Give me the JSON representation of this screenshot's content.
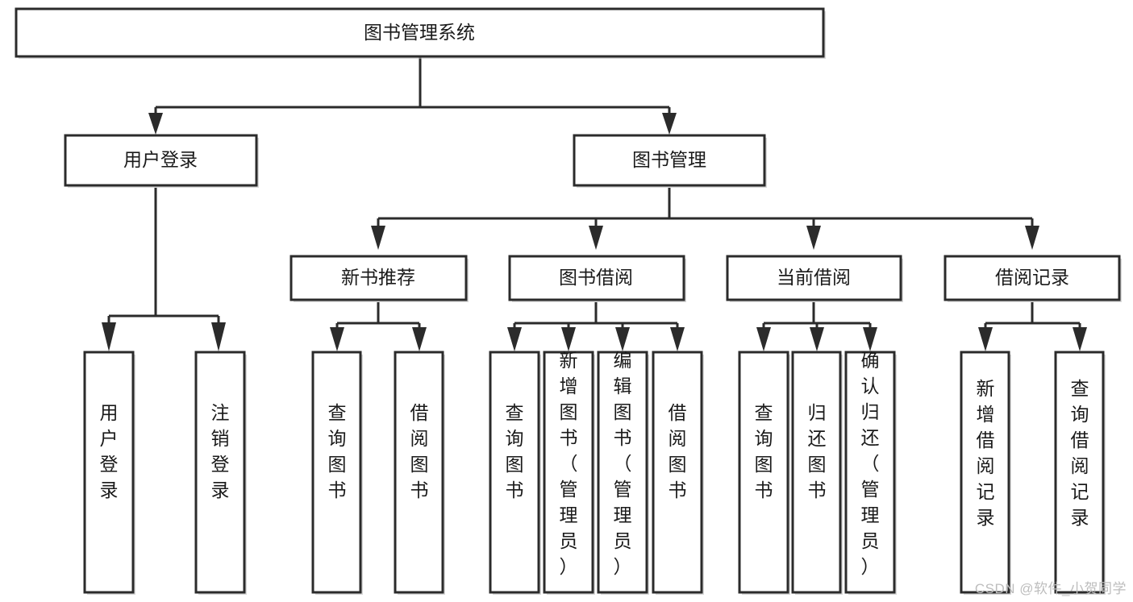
{
  "diagram": {
    "title": "图书管理系统",
    "watermark": "CSDN @软件_小贺同学",
    "colors": {
      "stroke": "#2b2b2b",
      "fill": "#ffffff",
      "text": "#1a1a1a",
      "watermark": "#bdbdbd",
      "background": "#ffffff"
    },
    "root": {
      "label": "图书管理系统"
    },
    "level2": [
      {
        "label": "用户登录"
      },
      {
        "label": "图书管理"
      }
    ],
    "level3": [
      {
        "label": "新书推荐"
      },
      {
        "label": "图书借阅"
      },
      {
        "label": "当前借阅"
      },
      {
        "label": "借阅记录"
      }
    ],
    "leaves": {
      "user_login": [
        {
          "label": "用户登录"
        },
        {
          "label": "注销登录"
        }
      ],
      "new_book_recommend": [
        {
          "label": "查询图书"
        },
        {
          "label": "借阅图书"
        }
      ],
      "book_borrow": [
        {
          "label": "查询图书"
        },
        {
          "label": "新增图书（管理员）"
        },
        {
          "label": "编辑图书（管理员）"
        },
        {
          "label": "借阅图书"
        }
      ],
      "current_borrow": [
        {
          "label": "查询图书"
        },
        {
          "label": "归还图书"
        },
        {
          "label": "确认归还（管理员）"
        }
      ],
      "borrow_record": [
        {
          "label": "新增借阅记录"
        },
        {
          "label": "查询借阅记录"
        }
      ]
    }
  }
}
